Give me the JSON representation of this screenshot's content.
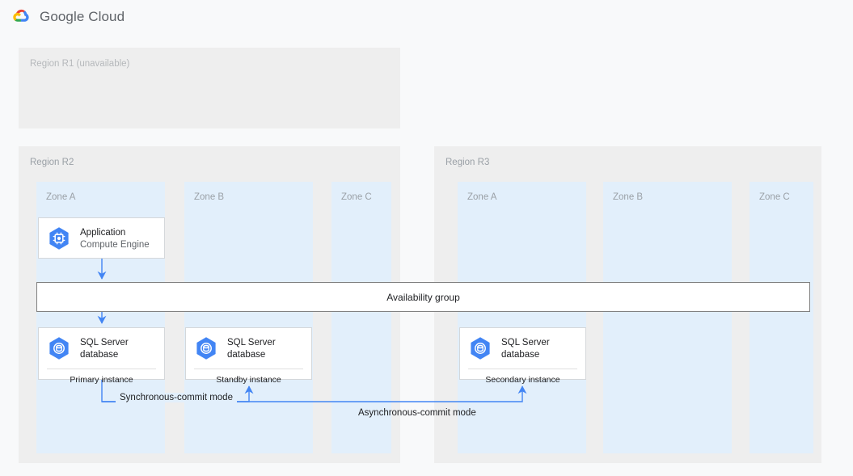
{
  "header": {
    "logo_icon": "google-cloud-logo-icon",
    "wordmark": "Google Cloud"
  },
  "diagram": {
    "accent_blue": "#4285f4",
    "zone_fill": "#e2effb",
    "region_fill": "#eeeeee",
    "regions": [
      {
        "id": "r1",
        "label": "Region R1 (unavailable)",
        "unavailable": true,
        "zones": []
      },
      {
        "id": "r2",
        "label": "Region R2",
        "unavailable": false,
        "zones": [
          {
            "id": "r2-zone-a",
            "label": "Zone A"
          },
          {
            "id": "r2-zone-b",
            "label": "Zone B"
          },
          {
            "id": "r2-zone-c",
            "label": "Zone C"
          }
        ]
      },
      {
        "id": "r3",
        "label": "Region R3",
        "unavailable": false,
        "zones": [
          {
            "id": "r3-zone-a",
            "label": "Zone A"
          },
          {
            "id": "r3-zone-b",
            "label": "Zone B"
          },
          {
            "id": "r3-zone-c",
            "label": "Zone C"
          }
        ]
      }
    ],
    "nodes": [
      {
        "id": "application",
        "icon": "compute-engine-icon",
        "title": "Application",
        "subtitle": "Compute Engine",
        "footer": ""
      },
      {
        "id": "primary-db",
        "icon": "sql-server-database-icon",
        "title": "SQL Server\ndatabase",
        "subtitle": "",
        "footer": "Primary instance"
      },
      {
        "id": "standby-db",
        "icon": "sql-server-database-icon",
        "title": "SQL Server\ndatabase",
        "subtitle": "",
        "footer": "Standby instance"
      },
      {
        "id": "secondary-db",
        "icon": "sql-server-database-icon",
        "title": "SQL Server\ndatabase",
        "subtitle": "",
        "footer": "Secondary instance"
      }
    ],
    "availability_group": {
      "label": "Availability group"
    },
    "edges": [
      {
        "id": "sync-commit",
        "label": "Synchronous-commit mode"
      },
      {
        "id": "async-commit",
        "label": "Asynchronous-commit mode"
      }
    ]
  }
}
